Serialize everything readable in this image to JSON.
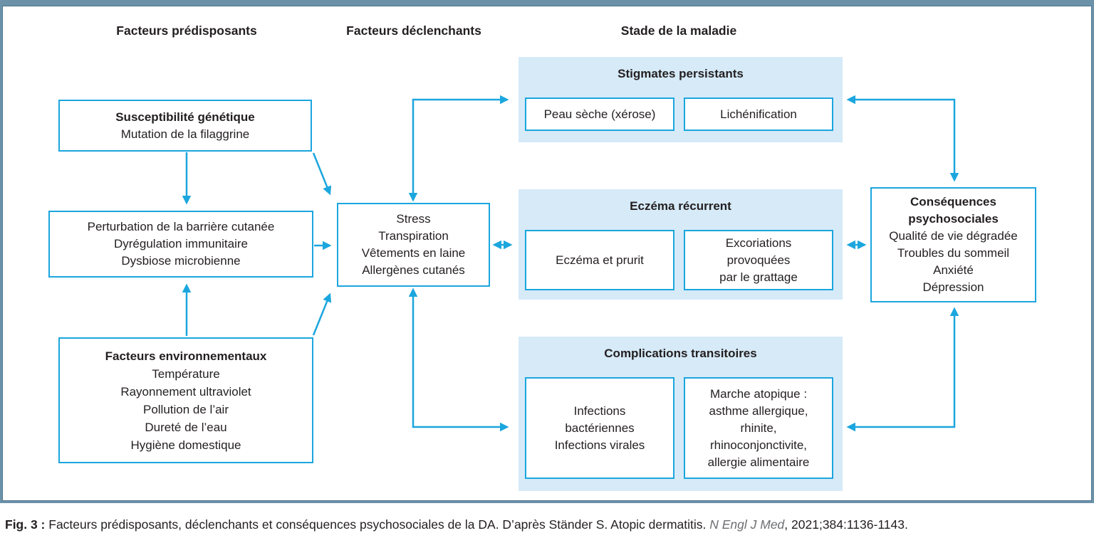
{
  "colors": {
    "accent_cyan": "#1ba6de",
    "panel_blue": "#d6eaf8",
    "frame_blue": "#6b92a9",
    "text": "#231f20",
    "journal_gray": "#6d6e71"
  },
  "column_headers": {
    "predisposing": "Facteurs prédisposants",
    "triggering": "Facteurs déclenchants",
    "stage": "Stade de la maladie"
  },
  "boxes": {
    "genetic": {
      "title": "Susceptibilité génétique",
      "lines": [
        "Mutation de la filaggrine"
      ]
    },
    "barrier": {
      "lines": [
        "Perturbation de la barrière cutanée",
        "Dyrégulation immunitaire",
        "Dysbiose microbienne"
      ]
    },
    "environment": {
      "title": "Facteurs environnementaux",
      "lines": [
        "Température",
        "Rayonnement ultraviolet",
        "Pollution de l’air",
        "Dureté de l’eau",
        "Hygiène domestique"
      ]
    },
    "triggers": {
      "lines": [
        "Stress",
        "Transpiration",
        "Vêtements en laine",
        "Allergènes cutanés"
      ]
    },
    "psychosocial": {
      "title_lines": [
        "Conséquences",
        "psychosociales"
      ],
      "lines": [
        "Qualité de vie dégradée",
        "Troubles du sommeil",
        "Anxiété",
        "Dépression"
      ]
    }
  },
  "panels": {
    "stigmata": {
      "title": "Stigmates persistants",
      "boxes": [
        {
          "lines": [
            "Peau sèche (xérose)"
          ]
        },
        {
          "lines": [
            "Lichénification"
          ]
        }
      ]
    },
    "eczema": {
      "title": "Eczéma récurrent",
      "boxes": [
        {
          "lines": [
            "Eczéma et prurit"
          ]
        },
        {
          "lines": [
            "Excoriations",
            "provoquées",
            "par le grattage"
          ]
        }
      ]
    },
    "complications": {
      "title": "Complications transitoires",
      "boxes": [
        {
          "lines": [
            "Infections",
            "bactériennes",
            "Infections virales"
          ]
        },
        {
          "lines": [
            "Marche atopique :",
            "asthme allergique,",
            "rhinite,",
            "rhinoconjonctivite,",
            "allergie alimentaire"
          ]
        }
      ]
    }
  },
  "arrows": [
    {
      "name": "genetic-to-barrier",
      "bidirectional": false
    },
    {
      "name": "environment-to-barrier",
      "bidirectional": false
    },
    {
      "name": "barrier-to-triggers",
      "bidirectional": false
    },
    {
      "name": "genetic-to-triggers",
      "bidirectional": false
    },
    {
      "name": "environment-to-triggers",
      "bidirectional": false
    },
    {
      "name": "triggers-stigmata",
      "bidirectional": true
    },
    {
      "name": "triggers-eczema",
      "bidirectional": true
    },
    {
      "name": "triggers-complications",
      "bidirectional": true
    },
    {
      "name": "eczema-psychosocial",
      "bidirectional": true
    },
    {
      "name": "stigmata-psychosocial",
      "bidirectional": true
    },
    {
      "name": "complications-psychosocial",
      "bidirectional": true
    }
  ],
  "caption": {
    "fig_label": "Fig. 3 :",
    "text": " Facteurs prédisposants, déclenchants et conséquences psychosociales de la DA. D’après Ständer S. Atopic dermatitis. ",
    "journal": "N Engl J Med",
    "reference": ", 2021;384:1136-1143."
  }
}
